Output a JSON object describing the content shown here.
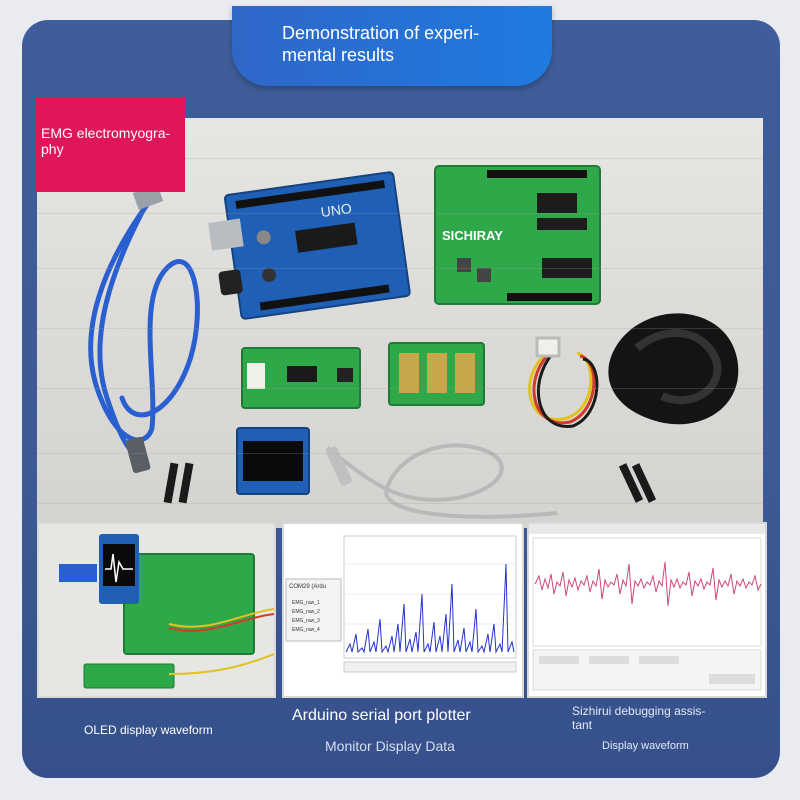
{
  "header": {
    "title": "Demonstration of experi-\nmental results"
  },
  "badge": {
    "label": "EMG electromyogra-\nphy"
  },
  "photo": {
    "arduino_board_label": "UNO",
    "shield_brand": "SICHIRAY"
  },
  "panels": [
    {
      "caption": "OLED display waveform"
    },
    {
      "caption": "Arduino serial port plotter",
      "subcaption": "Monitor Display Data",
      "legend": [
        "EMG_raw_1",
        "EMG_raw_2",
        "EMG_raw_3",
        "EMG_raw_4"
      ],
      "window_title": "COM29 (Ardu"
    },
    {
      "caption": "Sizhirui debugging assis-\ntant",
      "subcaption": "Display waveform"
    }
  ],
  "colors": {
    "background_blue": "#3f5d9a",
    "title_tab": "#1f7ae0",
    "badge_pink": "#e0165a",
    "pcb_green": "#2fa84a",
    "arduino_blue": "#1f5fb5",
    "plot_blue": "#2233cc",
    "plot_pink": "#d0487a"
  }
}
